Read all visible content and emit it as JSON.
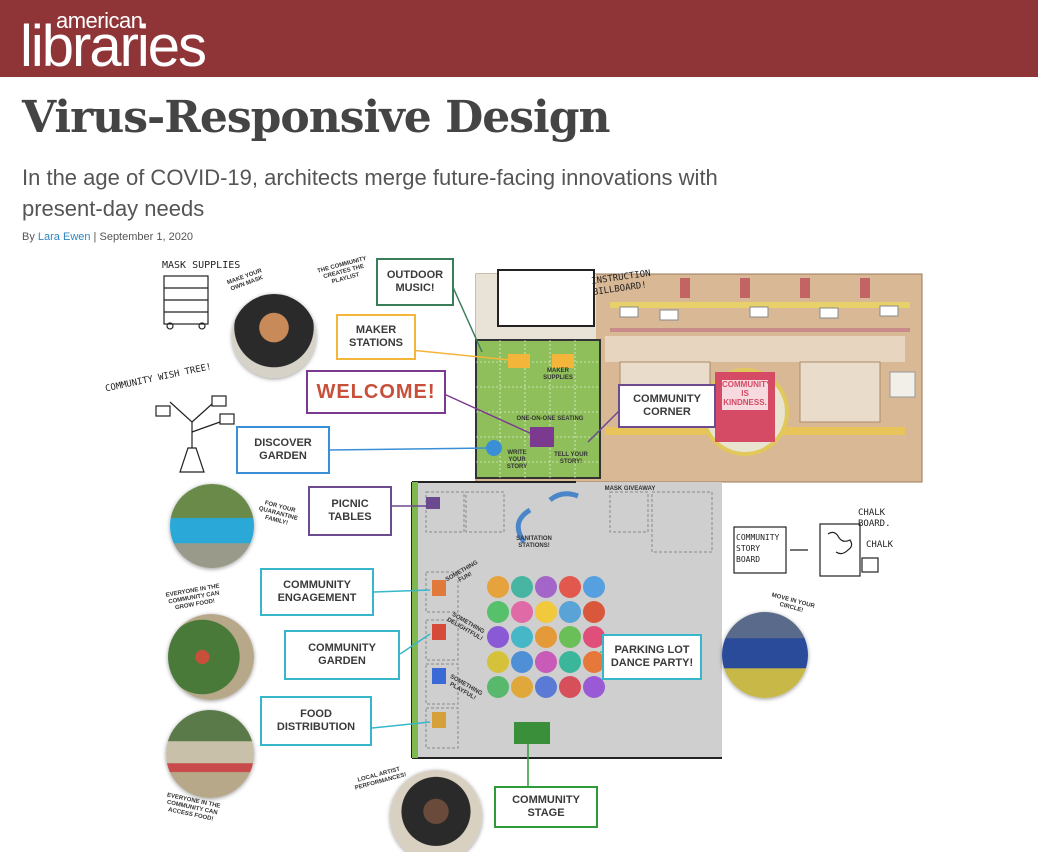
{
  "masthead": {
    "logo_top": "american",
    "logo_main": "libraries",
    "background_color": "#8f3537"
  },
  "article": {
    "headline": "Virus-Responsive Design",
    "dek": "In the age of COVID-19, architects merge future-facing innovations with present-day needs",
    "byline_prefix": "By ",
    "author": "Lara Ewen",
    "byline_separator": " | ",
    "date": "September 1, 2020"
  },
  "figure": {
    "labels": {
      "outdoor_music": "OUTDOOR MUSIC!",
      "maker_stations": "MAKER STATIONS",
      "welcome": "WELCOME!",
      "discover_garden": "DISCOVER GARDEN",
      "community_corner": "COMMUNITY CORNER",
      "picnic_tables": "PICNIC TABLES",
      "community_engagement": "COMMUNITY ENGAGEMENT",
      "community_garden": "COMMUNITY GARDEN",
      "food_distribution": "FOOD DISTRIBUTION",
      "parking_lot_dance_party": "PARKING LOT DANCE PARTY!",
      "community_stage": "COMMUNITY STAGE"
    },
    "scribbles": {
      "mask_supplies": "MASK SUPPLIES",
      "make_your_own_mask": "MAKE YOUR OWN MASK",
      "community_creates_playlist": "THE COMMUNITY CREATES THE PLAYLIST",
      "community_wish_tree": "COMMUNITY WISH TREE!",
      "for_your_quarantine_family": "FOR YOUR QUARANTINE FAMILY!",
      "everyone_can_grow_food": "EVERYONE IN THE COMMUNITY CAN GROW FOOD!",
      "everyone_can_access_food": "EVERYONE IN THE COMMUNITY CAN ACCESS FOOD!",
      "local_artist_performances": "LOCAL ARTIST PERFORMANCES!",
      "move_in_your_circle": "MOVE IN YOUR CIRCLE!",
      "mask_giveaway": "MASK GIVEAWAY",
      "sanitation_stations": "SANITATION STATIONS!",
      "something_fun": "SOMETHING FUN!",
      "something_delightful": "SOMETHING DELIGHTFUL!",
      "something_playful": "SOMETHING PLAYFUL!",
      "maker_supplies": "MAKER SUPPLIES",
      "one_on_one_seating": "ONE-ON-ONE SEATING",
      "write_your_story": "WRITE YOUR STORY",
      "tell_your_story": "TELL YOUR STORY!",
      "instruction_billboard": "INSTRUCTION BILLBOARD!",
      "community_is_kindness": "COMMUNITY IS KINDNESS.",
      "chalk_board": "CHALK BOARD.",
      "chalk": "CHALK",
      "community_story_board": "COMMUNITY STORY BOARD"
    },
    "colors": {
      "outdoor_music": "#3a7d5a",
      "maker_stations": "#f4b63a",
      "welcome": "#7b3a8f",
      "discover_garden": "#3a8fd6",
      "community_corner": "#6b4a8f",
      "picnic_tables": "#6b4a8f",
      "community_engagement": "#37b7c9",
      "community_garden": "#37b7c9",
      "food_distribution": "#37b7c9",
      "parking_lot_dance_party": "#37b7c9",
      "community_stage": "#2f9a3a"
    }
  }
}
